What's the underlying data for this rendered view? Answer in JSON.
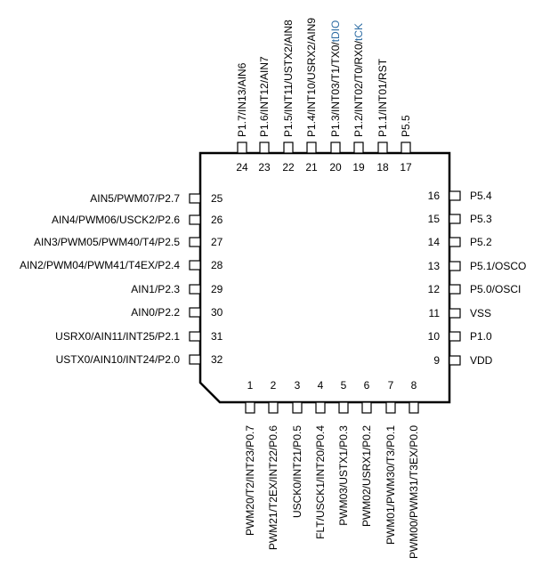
{
  "chip": {
    "top_pins": [
      {
        "number": "24",
        "label": "P1.7/IN13/AIN6",
        "label_tail": ""
      },
      {
        "number": "23",
        "label": "P1.6/INT12/AIN7",
        "label_tail": ""
      },
      {
        "number": "22",
        "label": "P1.5/INT11/USTX2/AIN8",
        "label_tail": ""
      },
      {
        "number": "21",
        "label": "P1.4/INT10/USRX2/AIN9",
        "label_tail": ""
      },
      {
        "number": "20",
        "label": "P1.3/INT03/T1/TX0/",
        "label_tail": "tDIO"
      },
      {
        "number": "19",
        "label": "P1.2/INT02/T0/RX0/",
        "label_tail": "tCK"
      },
      {
        "number": "18",
        "label": "P1.1/INT01/RST",
        "label_tail": ""
      },
      {
        "number": "17",
        "label": "P5.5",
        "label_tail": ""
      }
    ],
    "right_pins": [
      {
        "number": "16",
        "label": "P5.4"
      },
      {
        "number": "15",
        "label": "P5.3"
      },
      {
        "number": "14",
        "label": "P5.2"
      },
      {
        "number": "13",
        "label": "P5.1/OSCO"
      },
      {
        "number": "12",
        "label": "P5.0/OSCI"
      },
      {
        "number": "11",
        "label": "VSS"
      },
      {
        "number": "10",
        "label": "P1.0"
      },
      {
        "number": "9",
        "label": "VDD"
      }
    ],
    "left_pins": [
      {
        "number": "25",
        "label": "AIN5/PWM07/P2.7"
      },
      {
        "number": "26",
        "label": "AIN4/PWM06/USCK2/P2.6"
      },
      {
        "number": "27",
        "label": "AIN3/PWM05/PWM40/T4/P2.5"
      },
      {
        "number": "28",
        "label": "AIN2/PWM04/PWM41/T4EX/P2.4"
      },
      {
        "number": "29",
        "label": "AIN1/P2.3"
      },
      {
        "number": "30",
        "label": "AIN0/P2.2"
      },
      {
        "number": "31",
        "label": "USRX0/AIN11/INT25/P2.1"
      },
      {
        "number": "32",
        "label": "USTX0/AIN10/INT24/P2.0"
      }
    ],
    "bottom_pins": [
      {
        "number": "1",
        "label": "PWM20/T2/INT23/P0.7"
      },
      {
        "number": "2",
        "label": "PWM21/T2EX/INT22/P0.6"
      },
      {
        "number": "3",
        "label": "USCK0/INT21/P0.5"
      },
      {
        "number": "4",
        "label": "FLT/USCK1/INT20/P0.4"
      },
      {
        "number": "5",
        "label": "PWM03/USTX1/P0.3"
      },
      {
        "number": "6",
        "label": "PWM02/USRX1/P0.2"
      },
      {
        "number": "7",
        "label": "PWM01/PWM30/T3/P0.1"
      },
      {
        "number": "8",
        "label": "PWM00/PWM31/T3EX/P0.0"
      }
    ],
    "colors": {
      "line": "#000000",
      "debug_label": "#2e6da4"
    }
  }
}
